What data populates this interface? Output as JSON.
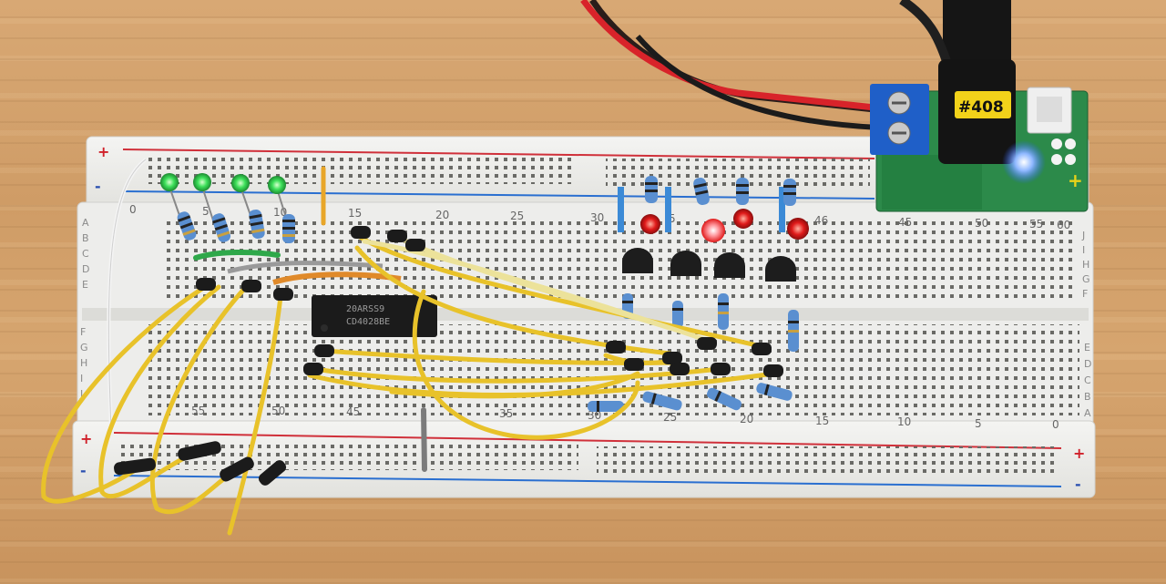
{
  "power_module": {
    "tag": "#408",
    "plus_sign": "+"
  },
  "breadboard": {
    "top_rail": {
      "plus_sign": "+",
      "minus_sign": "-"
    },
    "bottom_rail": {
      "plus_sign": "+",
      "minus_sign": "-"
    },
    "top_column_numbers": [
      "0",
      "5",
      "10",
      "15",
      "20",
      "25",
      "30",
      "5",
      "46",
      "45",
      "50",
      "55",
      "60"
    ],
    "bottom_column_numbers": [
      "55",
      "50",
      "45",
      "35",
      "30",
      "25",
      "20",
      "15",
      "10",
      "5",
      "0"
    ],
    "left_row_letters_top": [
      "A",
      "B",
      "C",
      "D",
      "E"
    ],
    "left_row_letters_bottom": [
      "F",
      "G",
      "H",
      "I",
      "J"
    ],
    "right_row_letters_top": [
      "J",
      "I",
      "H",
      "G",
      "F"
    ],
    "right_row_letters_bottom": [
      "E",
      "D",
      "C",
      "B",
      "A"
    ]
  },
  "ic_chip": {
    "line1": "20ARSS9",
    "line2": "CD4028BE"
  },
  "colors": {
    "wire_yellow": "#e8c22a",
    "wire_red": "#d8232a",
    "led_green": "#3de05a",
    "led_red": "#e01a1a",
    "breadboard": "#eeeeec",
    "terminal_blue": "#1f5fc8",
    "wood": "#d3a16b"
  }
}
